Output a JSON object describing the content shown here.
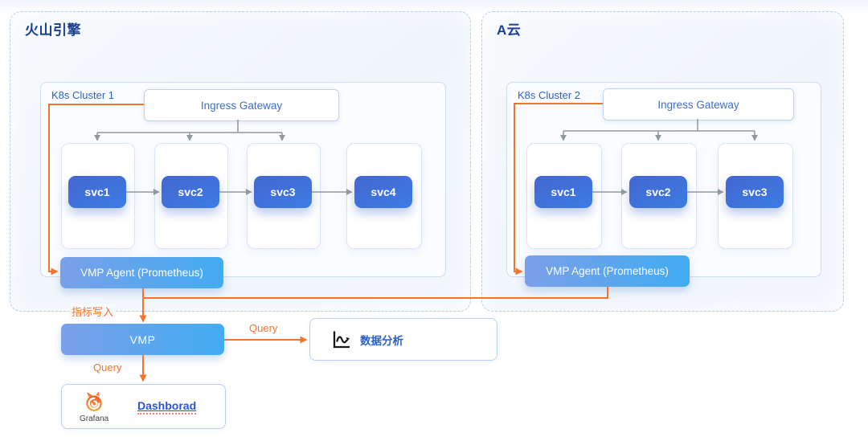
{
  "diagram": {
    "clouds": [
      {
        "title": "火山引擎",
        "cluster": {
          "label": "K8s Cluster 1",
          "gateway": "Ingress Gateway",
          "services": [
            "svc1",
            "svc2",
            "svc3",
            "svc4"
          ],
          "agent": "VMP Agent (Prometheus)"
        }
      },
      {
        "title": "A云",
        "cluster": {
          "label": "K8s Cluster 2",
          "gateway": "Ingress Gateway",
          "services": [
            "svc1",
            "svc2",
            "svc3"
          ],
          "agent": "VMP Agent (Prometheus)"
        }
      }
    ],
    "vmp_label": "VMP",
    "labels": {
      "metrics_write": "指标写入",
      "query_to_analysis": "Query",
      "query_to_dashboard": "Query"
    },
    "analysis": {
      "label": "数据分析",
      "icon": "line-chart-icon"
    },
    "dashboard": {
      "link_label": "Dashborad",
      "brand": "Grafana",
      "icon": "grafana-icon"
    },
    "colors": {
      "accent_orange": "#F2742D",
      "title_blue": "#1C3F91",
      "text_blue": "#3F6EC6",
      "svc_blue_start": "#4466D0",
      "svc_blue_end": "#3C7CE4",
      "bar_blue_start": "#7AA0E8",
      "bar_blue_end": "#41ACF2",
      "connector_gray": "#8F989F"
    }
  }
}
